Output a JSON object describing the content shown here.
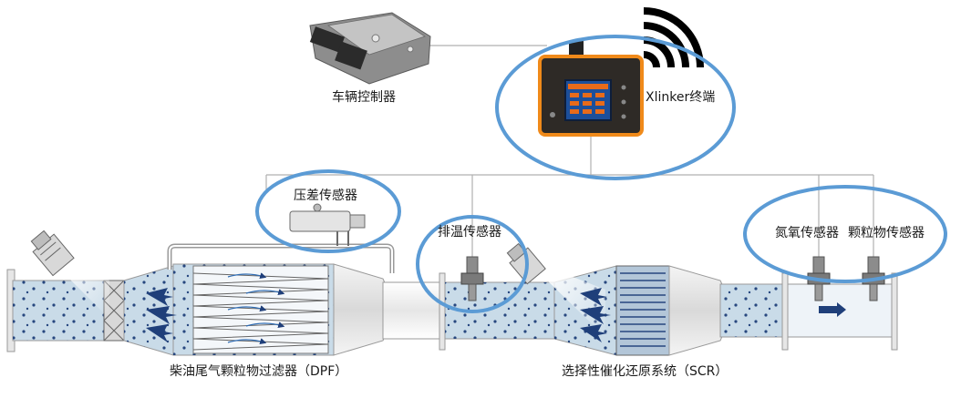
{
  "labels": {
    "ecu": "车辆控制器",
    "terminal": "Xlinker终端",
    "pressure_sensor": "压差传感器",
    "temp_sensor": "排温传感器",
    "nox_sensor": "氮氧传感器",
    "pm_sensor": "颗粒物传感器",
    "dpf": "柴油尾气颗粒物过滤器（DPF）",
    "scr": "选择性催化还原系统（SCR）"
  },
  "colors": {
    "highlight_ring": "#5b9bd5",
    "exhaust_fill": "#c9dbe8",
    "flow_arrow": "#1f3f7a",
    "pipe_outline": "#9a9a9a",
    "connector_line": "#b0b0b0",
    "terminal_body": "#f08a1a",
    "wifi_icon": "#000000"
  }
}
